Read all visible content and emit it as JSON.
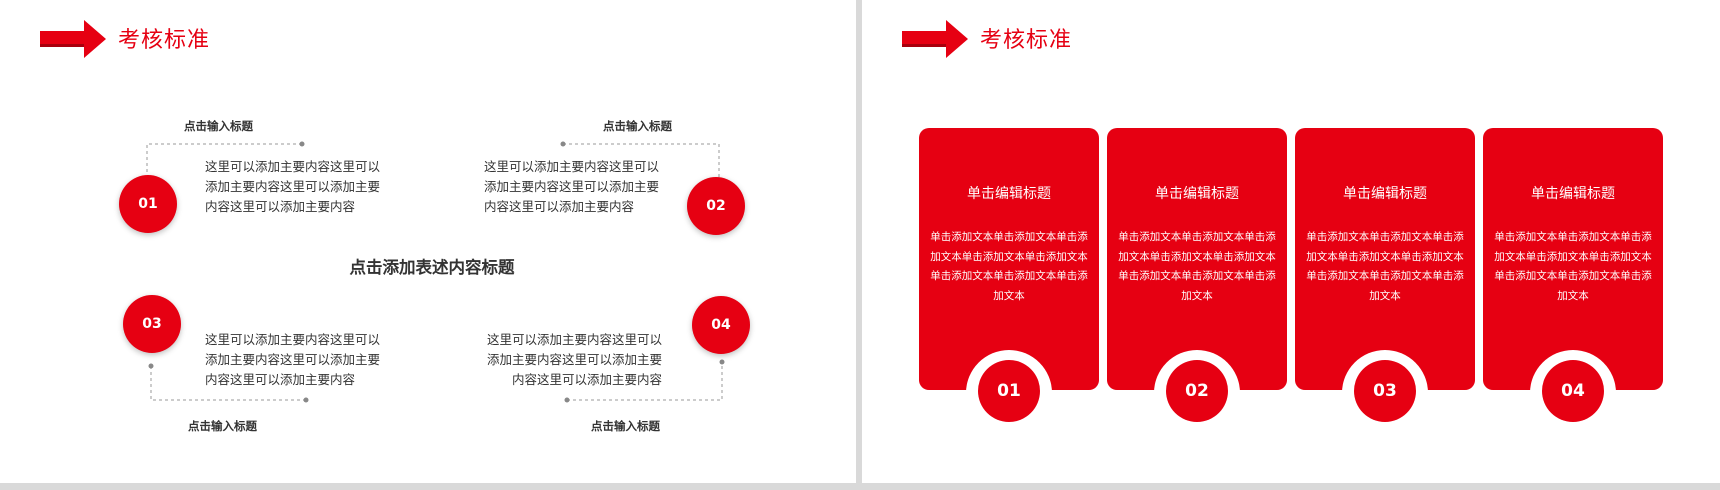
{
  "colors": {
    "accent": "#e60012",
    "text": "#333333",
    "divider": "#d9d9d9"
  },
  "left": {
    "title": "考核标准",
    "center_title": "点击添加表述内容标题",
    "items": [
      {
        "number": "01",
        "heading": "点击输入标题",
        "text": "这里可以添加主要内容这里可以添加主要内容这里可以添加主要内容这里可以添加主要内容"
      },
      {
        "number": "02",
        "heading": "点击输入标题",
        "text": "这里可以添加主要内容这里可以添加主要内容这里可以添加主要内容这里可以添加主要内容"
      },
      {
        "number": "03",
        "heading": "点击输入标题",
        "text": "这里可以添加主要内容这里可以添加主要内容这里可以添加主要内容这里可以添加主要内容"
      },
      {
        "number": "04",
        "heading": "点击输入标题",
        "text": "这里可以添加主要内容这里可以添加主要内容这里可以添加主要内容这里可以添加主要内容"
      }
    ]
  },
  "right": {
    "title": "考核标准",
    "cards": [
      {
        "number": "01",
        "title": "单击编辑标题",
        "text": "单击添加文本单击添加文本单击添加文本单击添加文本单击添加文本单击添加文本单击添加文本单击添加文本"
      },
      {
        "number": "02",
        "title": "单击编辑标题",
        "text": "单击添加文本单击添加文本单击添加文本单击添加文本单击添加文本单击添加文本单击添加文本单击添加文本"
      },
      {
        "number": "03",
        "title": "单击编辑标题",
        "text": "单击添加文本单击添加文本单击添加文本单击添加文本单击添加文本单击添加文本单击添加文本单击添加文本"
      },
      {
        "number": "04",
        "title": "单击编辑标题",
        "text": "单击添加文本单击添加文本单击添加文本单击添加文本单击添加文本单击添加文本单击添加文本单击添加文本"
      }
    ]
  }
}
